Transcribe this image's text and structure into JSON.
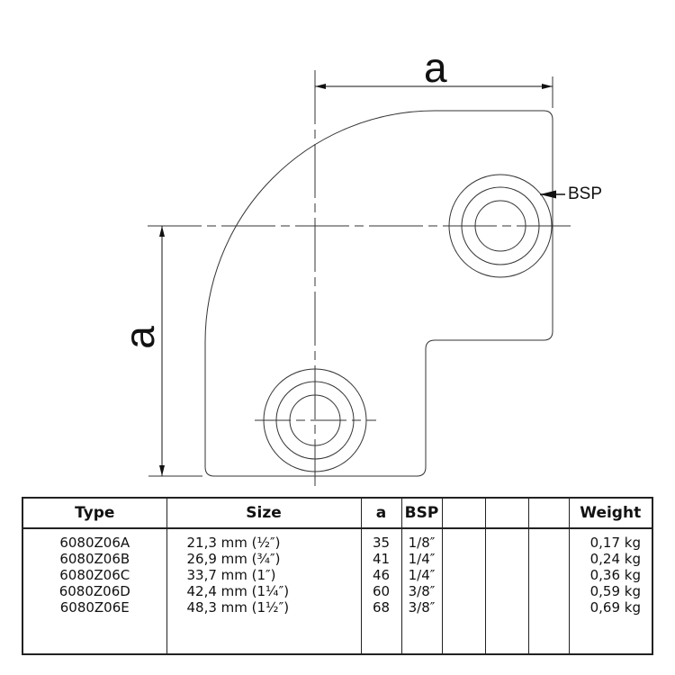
{
  "drawing": {
    "dimension_top_label": "a",
    "dimension_left_label": "a",
    "bsp_callout": "BSP"
  },
  "table": {
    "headers": [
      "Type",
      "Size",
      "a",
      "BSP",
      "",
      "",
      "",
      "Weight"
    ],
    "rows": [
      {
        "type": "6080Z06A",
        "size": "21,3 mm (½″)",
        "a": "35",
        "bsp": "1/8″",
        "weight": "0,17 kg"
      },
      {
        "type": "6080Z06B",
        "size": "26,9 mm (¾″)",
        "a": "41",
        "bsp": "1/4″",
        "weight": "0,24 kg"
      },
      {
        "type": "6080Z06C",
        "size": "33,7 mm (1″)",
        "a": "46",
        "bsp": "1/4″",
        "weight": "0,36 kg"
      },
      {
        "type": "6080Z06D",
        "size": "42,4 mm (1¼″)",
        "a": "60",
        "bsp": "3/8″",
        "weight": "0,59 kg"
      },
      {
        "type": "6080Z06E",
        "size": "48,3 mm (1½″)",
        "a": "68",
        "bsp": "3/8″",
        "weight": "0,69 kg"
      }
    ]
  }
}
